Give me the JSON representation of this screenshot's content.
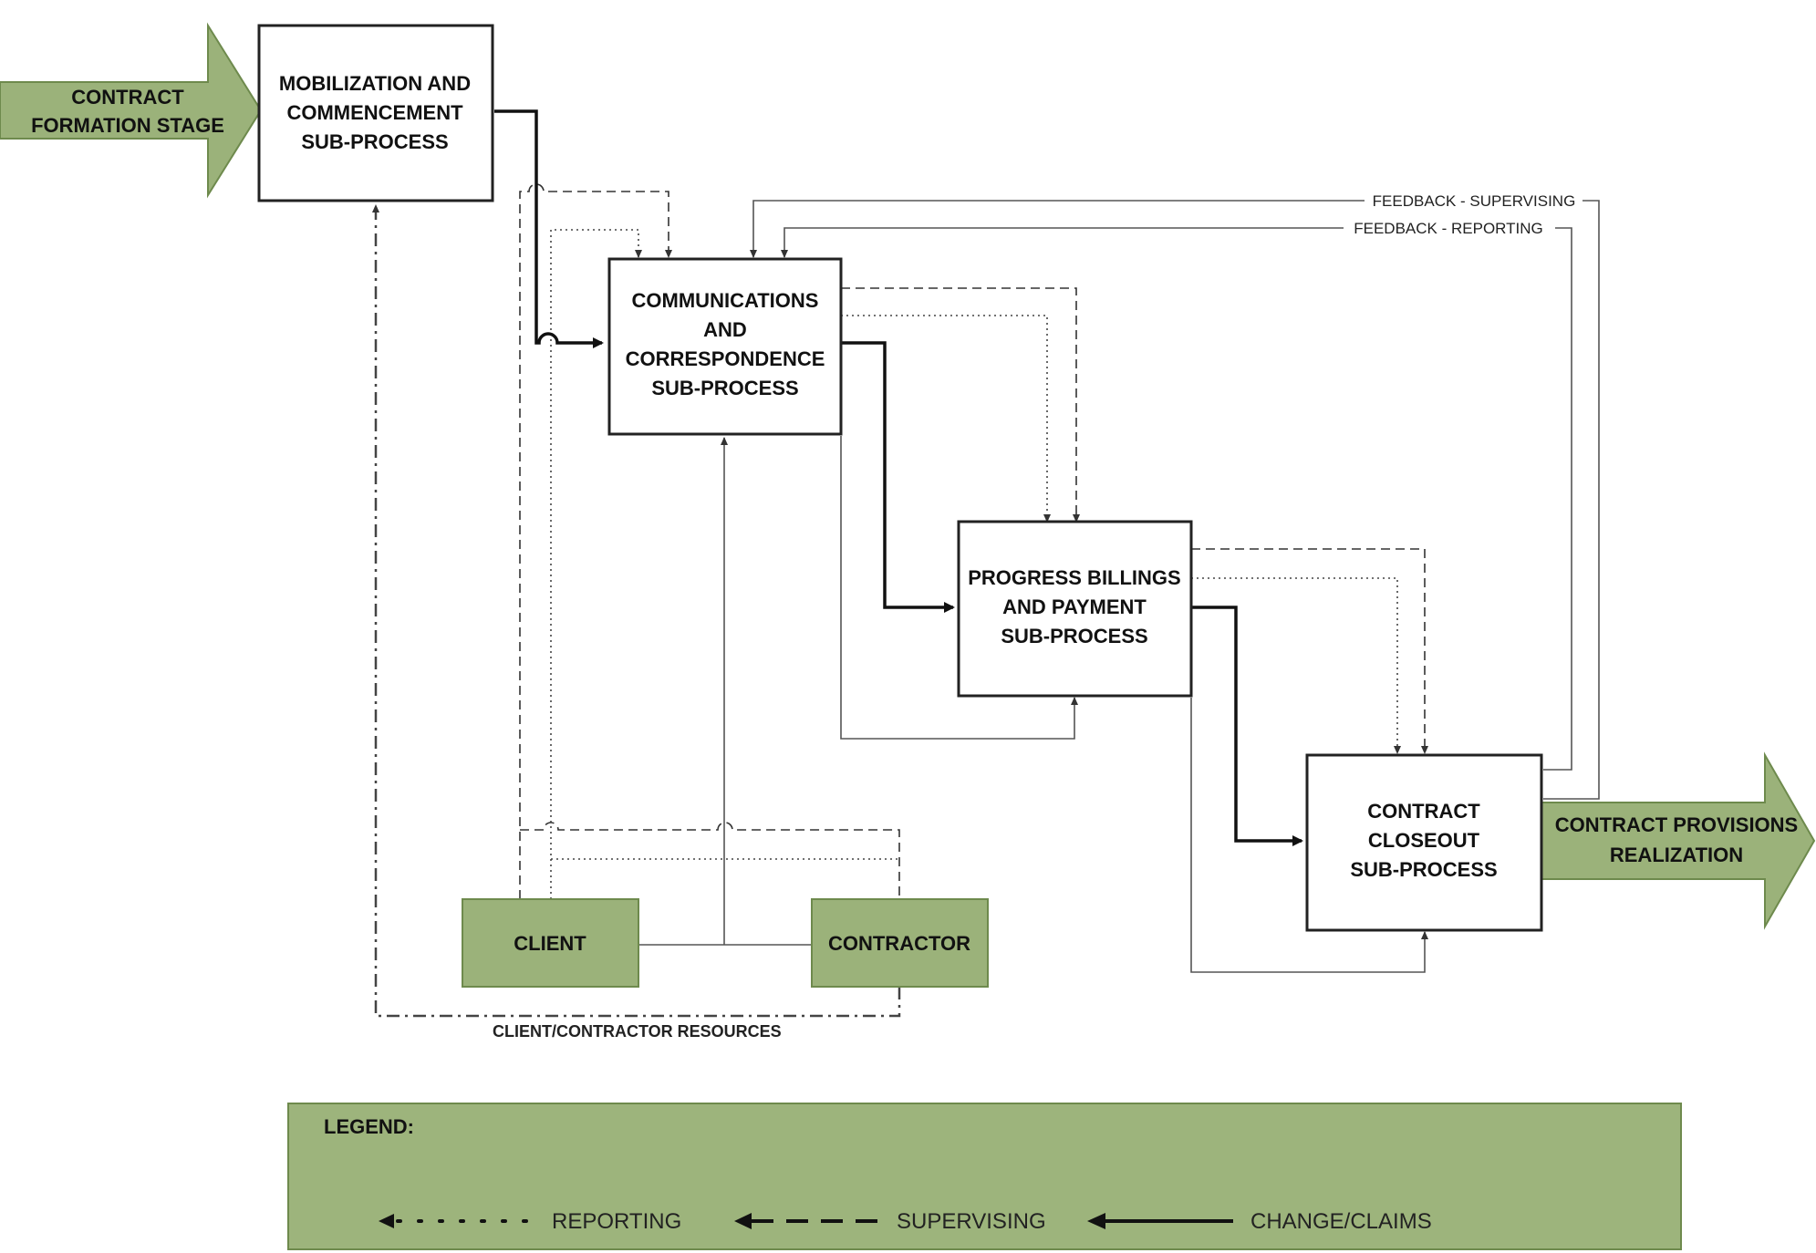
{
  "title": "",
  "colors": {
    "green_fill": "#9bb27a",
    "green_stroke": "#6e8a4d",
    "legend_fill": "#9db47c",
    "line": "#222222",
    "thin_line": "#555555"
  },
  "arrows": {
    "input": [
      "CONTRACT",
      "FORMATION STAGE"
    ],
    "output": [
      "CONTRACT PROVISIONS",
      "REALIZATION"
    ]
  },
  "processes": {
    "mobilization": [
      "MOBILIZATION AND",
      "COMMENCEMENT",
      "SUB-PROCESS"
    ],
    "communications": [
      "COMMUNICATIONS",
      "AND",
      "CORRESPONDENCE",
      "SUB-PROCESS"
    ],
    "billings": [
      "PROGRESS BILLINGS",
      "AND PAYMENT",
      "SUB-PROCESS"
    ],
    "closeout": [
      "CONTRACT",
      "CLOSEOUT",
      "SUB-PROCESS"
    ]
  },
  "actors": {
    "client": "CLIENT",
    "contractor": "CONTRACTOR"
  },
  "flow_labels": {
    "feedback_supervising": "FEEDBACK - SUPERVISING",
    "feedback_reporting": "FEEDBACK - REPORTING",
    "resources": "CLIENT/CONTRACTOR RESOURCES"
  },
  "legend": {
    "title": "LEGEND:",
    "reporting": "REPORTING",
    "supervising": "SUPERVISING",
    "change_claims": "CHANGE/CLAIMS"
  }
}
